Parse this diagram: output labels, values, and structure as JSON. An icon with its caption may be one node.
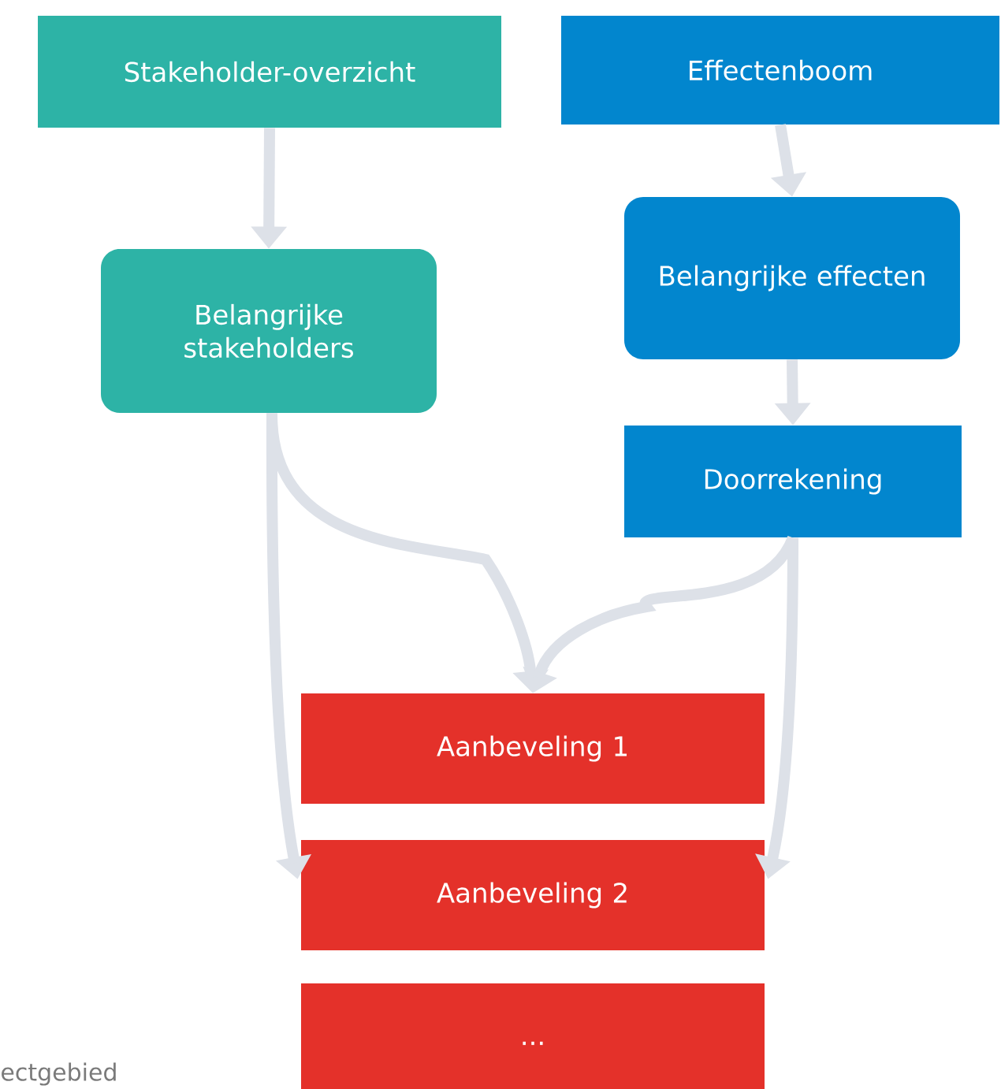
{
  "diagram": {
    "nodes": [
      {
        "text": [
          "Stakeholder-overzicht"
        ]
      },
      {
        "text": [
          "Effectenboom"
        ]
      },
      {
        "text": [
          "Belangrijke stakeholders"
        ]
      },
      {
        "text": [
          "Belangrijke effecten"
        ]
      },
      {
        "text": [
          "Doorrekening"
        ]
      },
      {
        "text": [
          "Aanbeveling 1"
        ]
      },
      {
        "text": [
          "Aanbeveling 2"
        ]
      },
      {
        "text": [
          "..."
        ]
      }
    ],
    "edges": [
      {
        "from": 0,
        "to": 2,
        "arrow": "to"
      },
      {
        "from": 1,
        "to": 3,
        "arrow": "to"
      },
      {
        "from": 3,
        "to": 4,
        "arrow": "to"
      },
      {
        "from": 2,
        "to": 5,
        "arrow": "to"
      },
      {
        "from": 4,
        "to": 5,
        "arrow": "to"
      },
      {
        "from": 2,
        "to": 6,
        "arrow": "to"
      },
      {
        "from": 4,
        "to": 6,
        "arrow": "to"
      }
    ],
    "labels": [
      "ectgebied"
    ]
  }
}
